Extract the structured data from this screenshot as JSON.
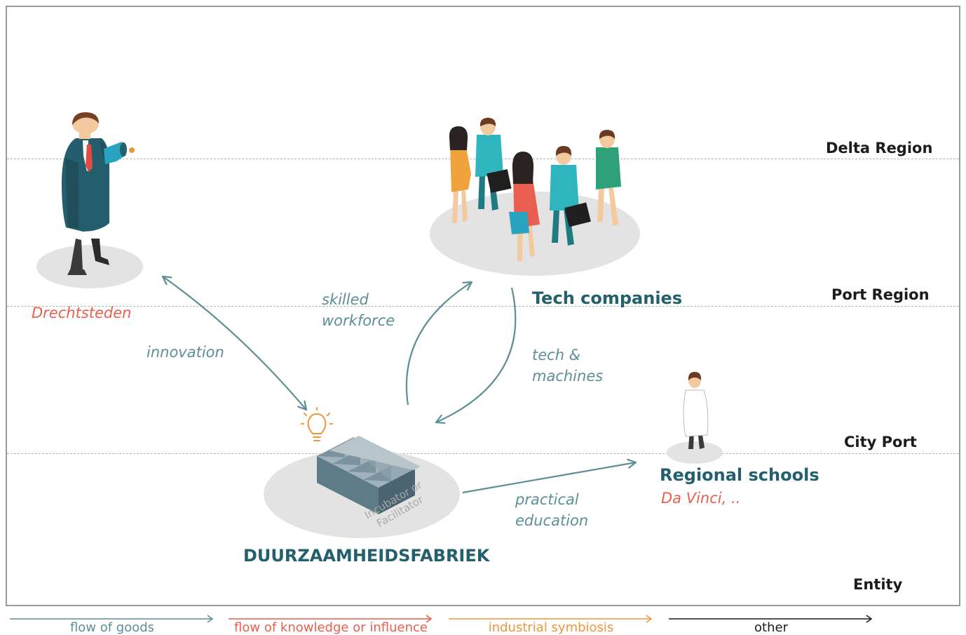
{
  "levels": {
    "delta": "Delta Region",
    "port": "Port Region",
    "city": "City Port",
    "entity": "Entity"
  },
  "entities": {
    "drechtsteden": {
      "subtitle": "Drechtsteden",
      "icon": "megaphone-man-icon"
    },
    "tech": {
      "title": "Tech companies",
      "icon": "people-group-icon"
    },
    "schools": {
      "title": "Regional schools",
      "subtitle": "Da Vinci, ..",
      "icon": "doctor-icon"
    },
    "fabriek": {
      "title": "DUURZAAMHEIDSFABRIEK",
      "tag": [
        "Incubator or",
        "Facilitator"
      ],
      "icon": "factory-icon"
    }
  },
  "flows": {
    "innovation": "innovation",
    "skilled": [
      "skilled",
      "workforce"
    ],
    "tech": [
      "tech &",
      "machines"
    ],
    "practical": [
      "practical",
      "education"
    ]
  },
  "legend": [
    {
      "label": "flow of goods",
      "color": "#5d8f96"
    },
    {
      "label": "flow of knowledge or influence",
      "color": "#ea5e4f"
    },
    {
      "label": "industrial symbiosis",
      "color": "#f0963a"
    },
    {
      "label": "other",
      "color": "#1c1c1c"
    }
  ],
  "colors": {
    "flow": "#5d8f96",
    "accent": "#ea5e4f",
    "heading": "#23606e",
    "bulb": "#f0963a"
  }
}
